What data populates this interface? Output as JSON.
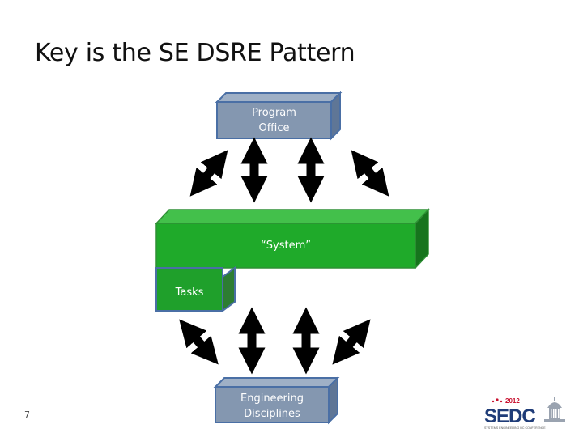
{
  "slide": {
    "title": "Key is the SE DSRE Pattern",
    "page_number": "7"
  },
  "diagram": {
    "program_office": {
      "line1": "Program",
      "line2": "Office"
    },
    "system": "“System”",
    "tasks": "Tasks",
    "engineering": {
      "line1": "Engineering",
      "line2": "Disciplines"
    }
  },
  "logo": {
    "year": "2012",
    "text": "SEDC",
    "tagline": "SYSTEMS ENGINEERING DC CONFERENCE"
  },
  "colors": {
    "blue_box": "#8497b0",
    "blue_border": "#4a6fa5",
    "green_box": "#1faa2a",
    "green_dark": "#16741d",
    "arrow": "#000000"
  }
}
